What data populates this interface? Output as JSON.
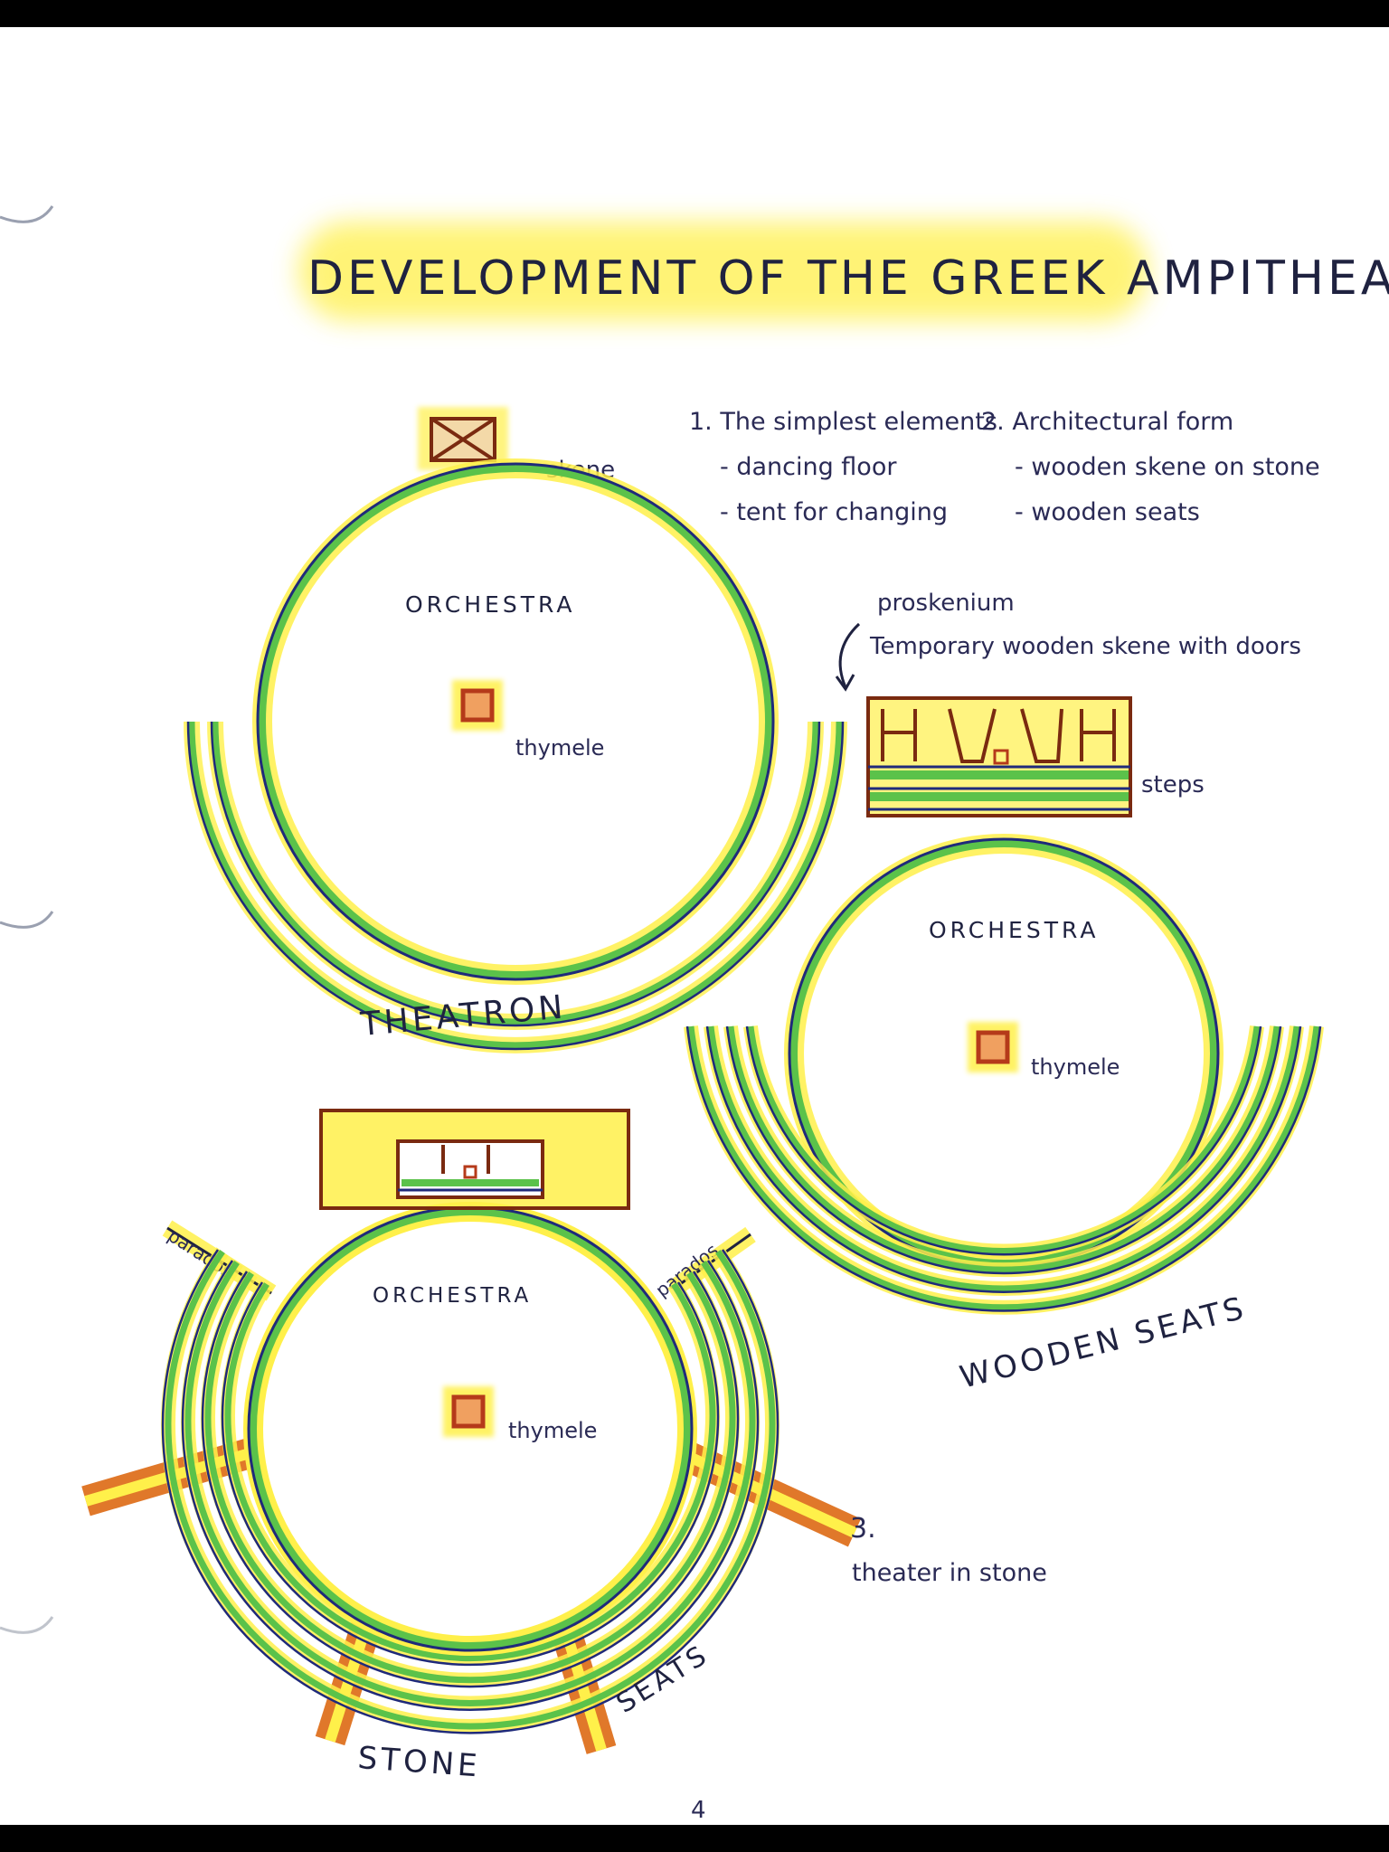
{
  "page": {
    "title": "DEVELOPMENT OF THE GREEK AMPITHEATER",
    "page_number": "4"
  },
  "stage1": {
    "heading": "1. The simplest elements",
    "items": [
      "- dancing floor",
      "- tent for changing"
    ],
    "skene_label": "skene",
    "orchestra_label": "ORCHESTRA",
    "thymele_label": "thymele",
    "theatron_label": "THEATRON"
  },
  "stage2": {
    "heading": "2. Architectural form",
    "items": [
      "- wooden skene on stone",
      "- wooden seats"
    ],
    "proskenium_label": "proskenium",
    "skene_note": "Temporary wooden skene with doors",
    "steps_label": "steps",
    "orchestra_label": "ORCHESTRA",
    "thymele_label": "thymele",
    "seats_label": "WOODEN SEATS"
  },
  "stage3": {
    "number": "3.",
    "caption": "theater in stone",
    "orchestra_label": "ORCHESTRA",
    "thymele_label": "thymele",
    "parodos_left": "parados",
    "parodos_right": "parados",
    "stone_label": "STONE",
    "seats_label": "SEATS"
  },
  "colors": {
    "paper": "#ffffff",
    "ink_blue": "#1f2a7a",
    "green": "#55c24a",
    "yellow_highlight": "#fff04a",
    "orange": "#e0782a"
  }
}
